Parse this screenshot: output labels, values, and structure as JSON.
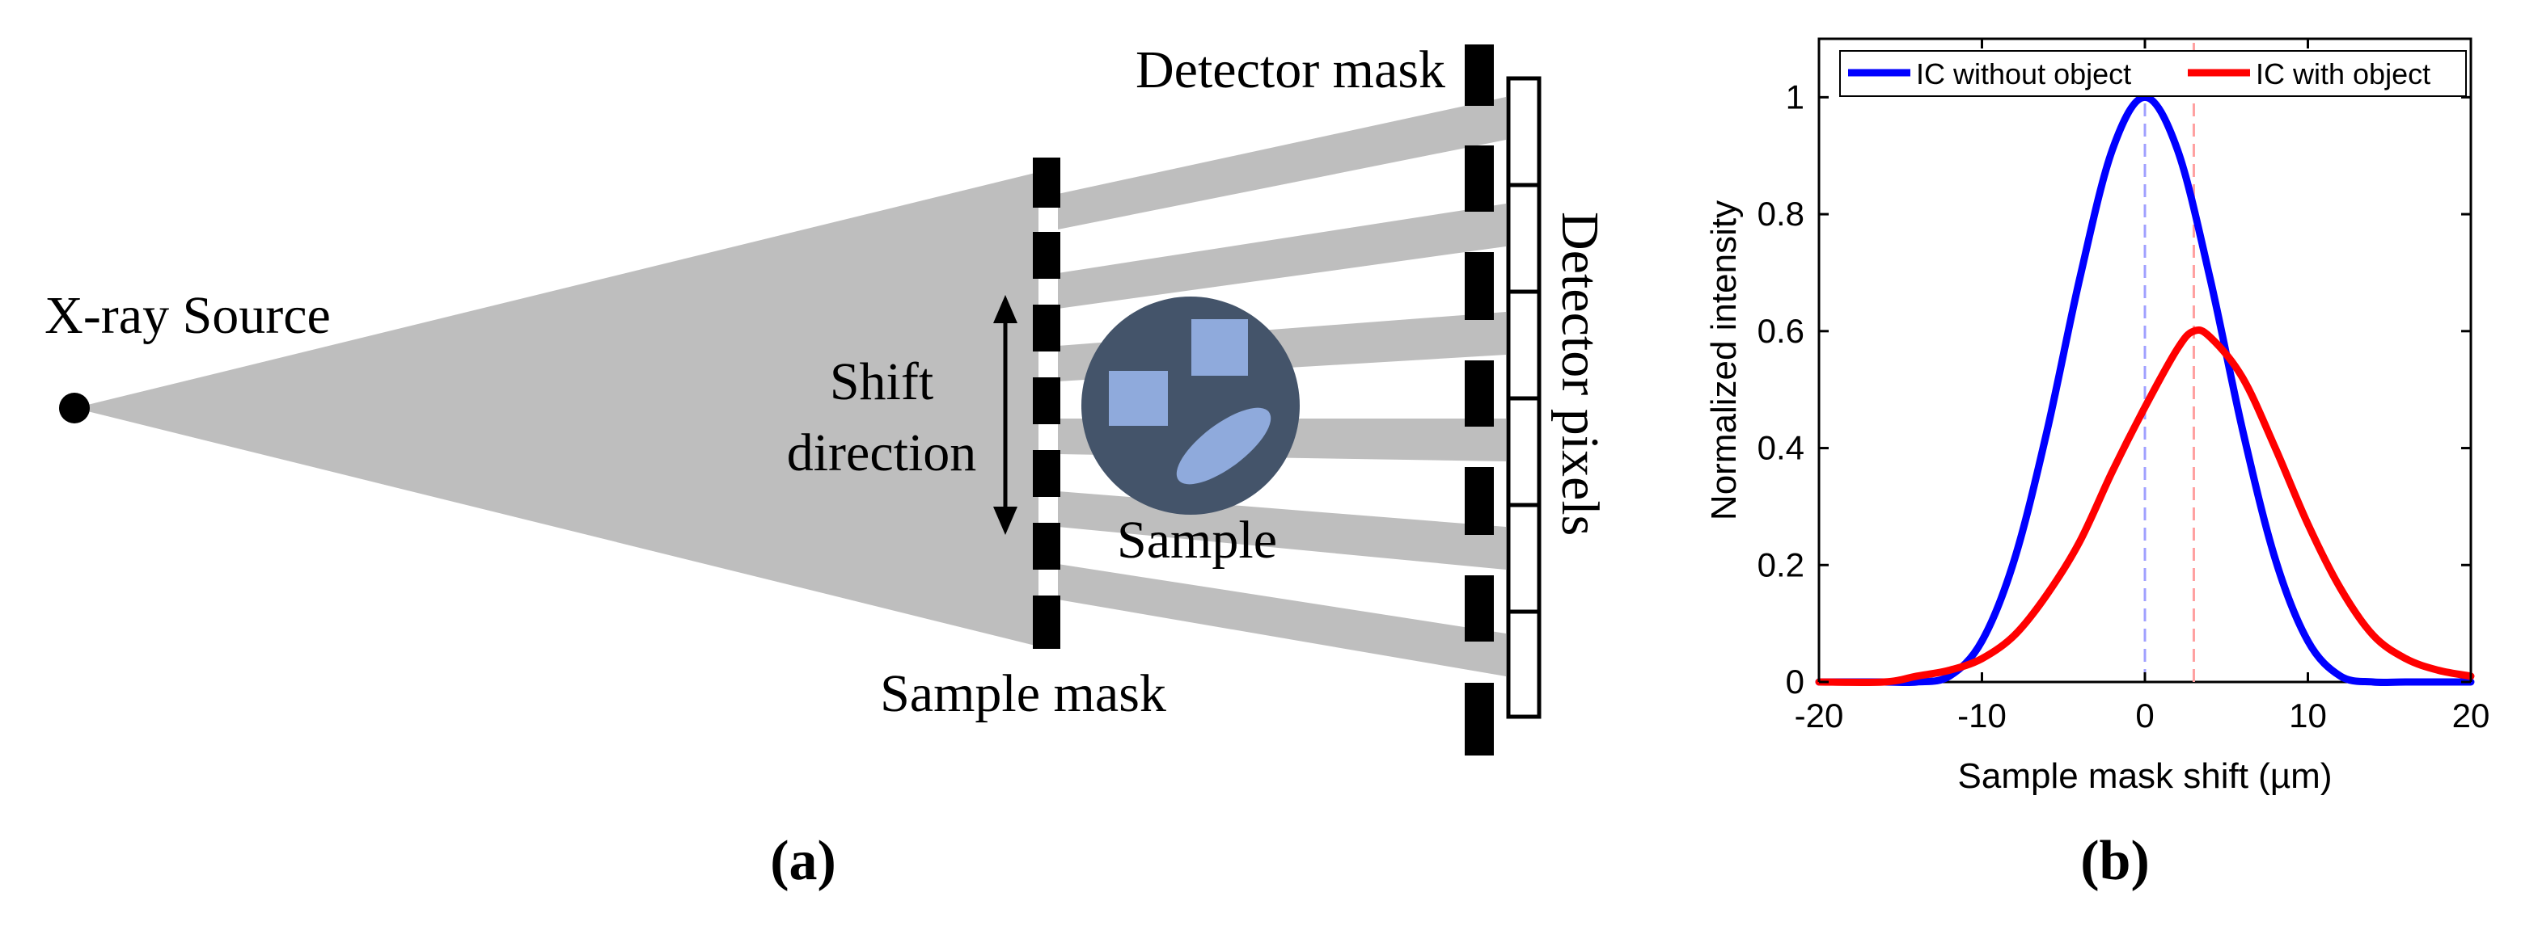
{
  "panel_a": {
    "panel_label": "(a)",
    "source_label": "X-ray Source",
    "detector_mask_label": "Detector mask",
    "detector_pixels_label": "Detector pixels",
    "shift_label_line1": "Shift",
    "shift_label_line2": "direction",
    "sample_label": "Sample",
    "sample_mask_label": "Sample mask",
    "colors": {
      "beam": "#bebebe",
      "mask": "#000000",
      "sample_body": "#44546a",
      "sample_features": "#8faadc"
    }
  },
  "panel_b": {
    "panel_label": "(b)",
    "chart_data": {
      "type": "line",
      "title": "",
      "xlabel": "Sample mask shift (µm)",
      "ylabel": "Normalized intensity",
      "xlim": [
        -20,
        20
      ],
      "ylim": [
        0,
        1.1
      ],
      "xticks": [
        -20,
        -10,
        0,
        10,
        20
      ],
      "yticks": [
        0,
        0.2,
        0.4,
        0.6,
        0.8,
        1
      ],
      "xtick_labels": [
        "-20",
        "-10",
        "0",
        "10",
        "20"
      ],
      "ytick_labels": [
        "0",
        "0.2",
        "0.4",
        "0.6",
        "0.8",
        "1"
      ],
      "legend_position": "top",
      "grid": false,
      "series": [
        {
          "name": "IC without object",
          "color": "#0000ff",
          "peak_position": 0,
          "peak_value": 1.0,
          "x": [
            -20,
            -16,
            -14,
            -12,
            -10,
            -8,
            -6,
            -4,
            -2,
            0,
            2,
            4,
            6,
            8,
            10,
            12,
            14,
            16,
            20
          ],
          "values": [
            0,
            0,
            0,
            0.01,
            0.07,
            0.21,
            0.43,
            0.69,
            0.91,
            1.0,
            0.91,
            0.69,
            0.43,
            0.21,
            0.07,
            0.01,
            0,
            0,
            0
          ]
        },
        {
          "name": "IC with object",
          "color": "#ff0000",
          "peak_position": 3,
          "peak_value": 0.6,
          "x": [
            -20,
            -16,
            -14,
            -12,
            -10,
            -8,
            -6,
            -4,
            -2,
            0,
            2,
            3,
            4,
            6,
            8,
            10,
            12,
            14,
            16,
            18,
            20
          ],
          "values": [
            0,
            0,
            0.01,
            0.02,
            0.04,
            0.08,
            0.15,
            0.24,
            0.36,
            0.47,
            0.57,
            0.6,
            0.59,
            0.52,
            0.4,
            0.27,
            0.16,
            0.08,
            0.04,
            0.02,
            0.01
          ]
        }
      ]
    }
  }
}
